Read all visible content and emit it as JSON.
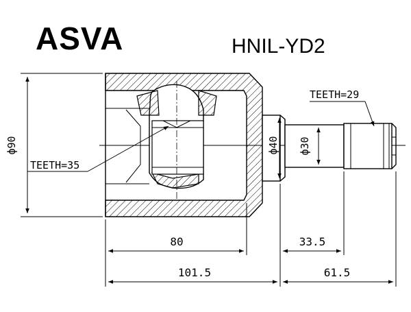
{
  "brand": "ASVA",
  "part_number": "HNIL-YD2",
  "labels": {
    "teeth_outer": "TEETH=29",
    "teeth_inner": "TEETH=35",
    "dia_housing": "ф90",
    "dia_stem": "ф40",
    "dia_shaft": "ф30"
  },
  "dimensions": {
    "housing_length": "80",
    "shaft_length": "33.5",
    "total_left": "101.5",
    "total_right": "61.5"
  }
}
